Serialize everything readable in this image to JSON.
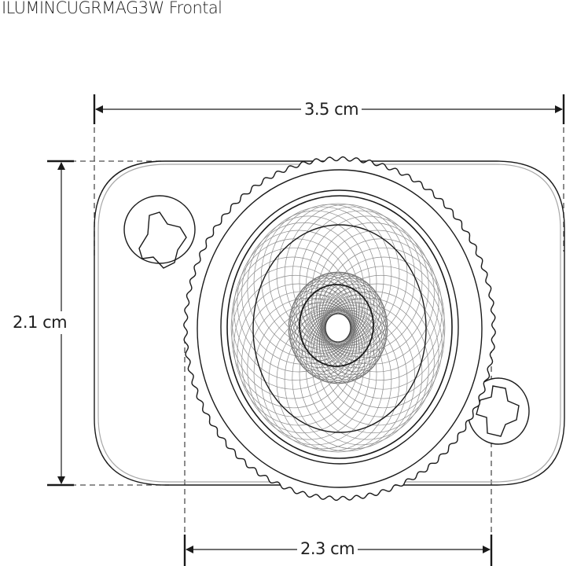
{
  "title": "ILUMINCUGRMAG3W Frontal",
  "dimensions": {
    "width": {
      "label": "3.5 cm",
      "value": 3.5,
      "unit": "cm"
    },
    "height": {
      "label": "2.1 cm",
      "value": 2.1,
      "unit": "cm"
    },
    "lens_width": {
      "label": "2.3 cm",
      "value": 2.3,
      "unit": "cm"
    }
  },
  "drawing": {
    "view": "Frontal",
    "parts": [
      "housing",
      "knurled-bezel",
      "lens",
      "screw-left",
      "screw-right"
    ],
    "colors": {
      "line": "#1a1a1a",
      "secondary_line": "#a8a8a8",
      "lens_pattern": "#8c8c8c",
      "dash": "#4d4d4d"
    }
  }
}
